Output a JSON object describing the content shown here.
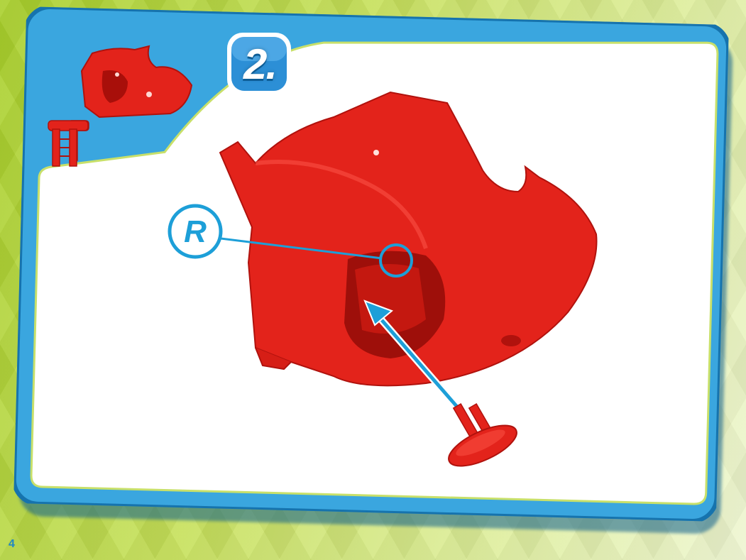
{
  "page": {
    "number": "4"
  },
  "step": {
    "number": "2."
  },
  "callout": {
    "label": "R"
  },
  "colors": {
    "background_green": "#b6d83a",
    "frame_blue": "#3aa6df",
    "frame_dark_blue": "#1673ad",
    "panel_white": "#ffffff",
    "part_red": "#e3231b",
    "part_red_dark": "#b0120d",
    "callout_blue": "#1d9fd8"
  },
  "icons": {
    "assembled_preview": "red-shell-preview-icon",
    "pin_preview": "red-pin-icon",
    "main_part": "red-shell-part",
    "pin_part": "red-pin-part",
    "insert_arrow": "insert-arrow-icon"
  }
}
